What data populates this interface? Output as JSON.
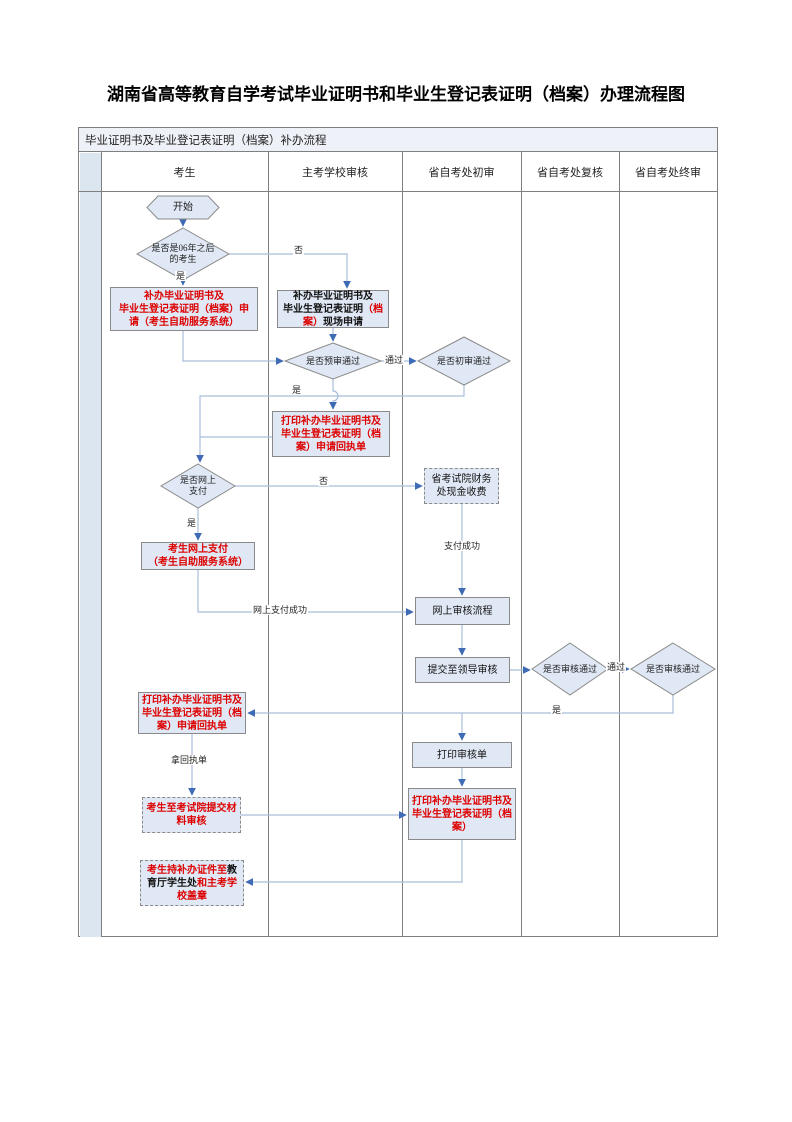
{
  "page": {
    "title": "湖南省高等教育自学考试毕业证明书和毕业生登记表证明（档案）办理流程图"
  },
  "table": {
    "caption": "毕业证明书及毕业登记表证明（档案）补办流程",
    "columns": {
      "c1": "考生",
      "c2": "主考学校审核",
      "c3": "省自考处初审",
      "c4": "省自考处复核",
      "c5": "省自考处终审"
    }
  },
  "nodes": {
    "start": "开始",
    "check06": "是否是06年之后\n的考生",
    "apply_online": "补办毕业证明书及\n毕业生登记表证明（档案）申\n请（考生自助服务系统）",
    "apply_onsite": {
      "seg1": "补办毕业证明书及\n毕业生登记表证明",
      "seg2": "（档\n案）",
      "seg3": "现场申请"
    },
    "pre_review": "是否预审通过",
    "init_review": "是否初审通过",
    "print_receipt_school": "打印补办毕业证明书及\n毕业生登记表证明（档\n案）申请回执单",
    "pay_question": "是否网上\n支付",
    "cash_pay": "省考试院财务\n处现金收费",
    "online_pay": "考生网上支付\n（考生自助服务系统）",
    "online_review": "网上审核流程",
    "submit_leader": "提交至领导审核",
    "review_q1": "是否审核通过",
    "review_q2": "是否审核通过",
    "print_receipt_candidate": "打印补办毕业证明书及\n毕业生登记表证明（档\n案）申请回执单",
    "print_review_sheet": "打印审核单",
    "print_cert": "打印补办毕业证明书及\n毕业生登记表证明（档\n案）",
    "submit_materials": "考生至考试院提交材\n料审核",
    "stamp": {
      "seg1": "考生持补办证件至",
      "seg2": "教\n育厅学生处",
      "seg3": "和主考学\n校盖章"
    }
  },
  "edge_labels": {
    "yes_06": "是",
    "no_06": "否",
    "pass_pre": "通过",
    "yes_init": "是",
    "no_online_pay": "否",
    "yes_online_pay": "是",
    "online_pay_success": "网上支付成功",
    "pay_success": "支付成功",
    "pass_review": "通过",
    "yes_review": "是",
    "take_receipt": "拿回执单"
  },
  "colors": {
    "red_text": "#dd0000",
    "line": "#a7bddb",
    "arrow": "#3f6bb5",
    "shape_fill": "#dfe8f4",
    "shape_border": "#8a8a8a",
    "lane_tint": "#dce6f1"
  }
}
